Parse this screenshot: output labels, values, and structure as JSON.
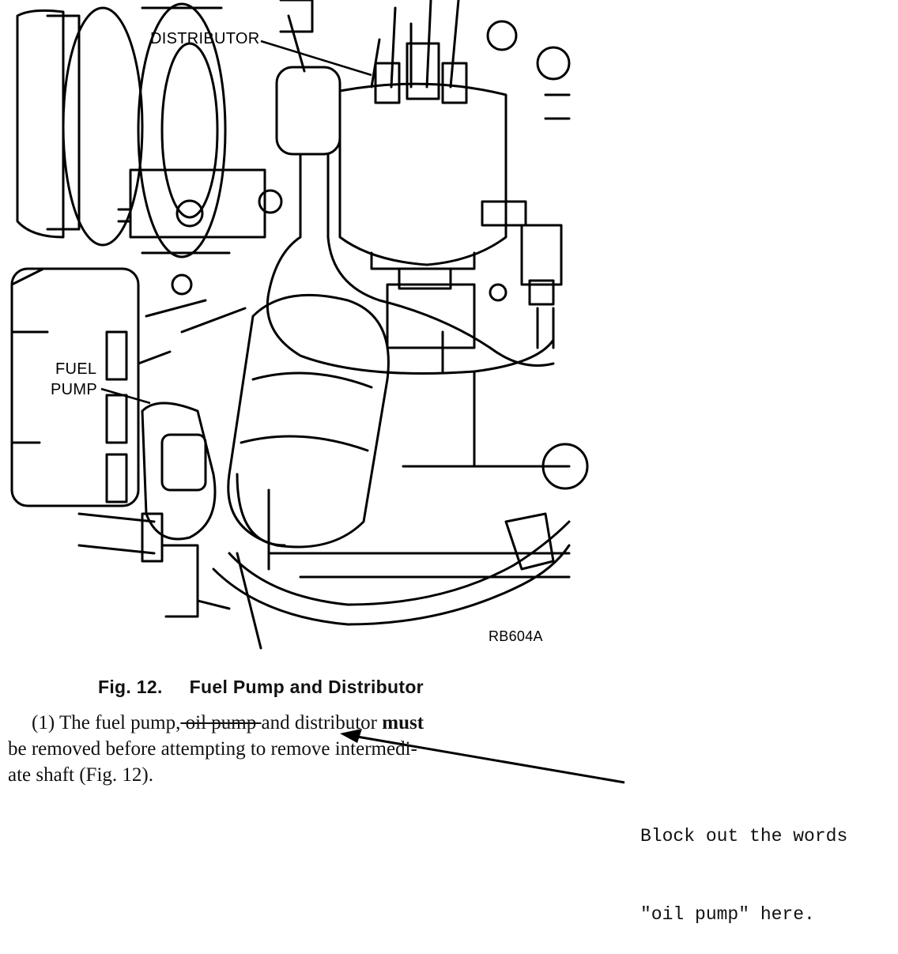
{
  "figure": {
    "labels": {
      "distributor": "DISTRIBUTOR",
      "fuel": "FUEL",
      "pump": "PUMP",
      "code": "RB604A"
    }
  },
  "caption": {
    "number": "Fig. 12.",
    "title": "Fuel Pump and Distributor"
  },
  "instruction": {
    "line1_a": "(1) The fuel pump,",
    "line1_struck": " oil pump ",
    "line1_b": "and distributor ",
    "line1_bold": "must",
    "line2": "be removed before attempting to remove intermedi-",
    "line3": "ate shaft (Fig. 12)."
  },
  "note": {
    "line1": "Block out the words",
    "line2": "\"oil pump\" here."
  }
}
